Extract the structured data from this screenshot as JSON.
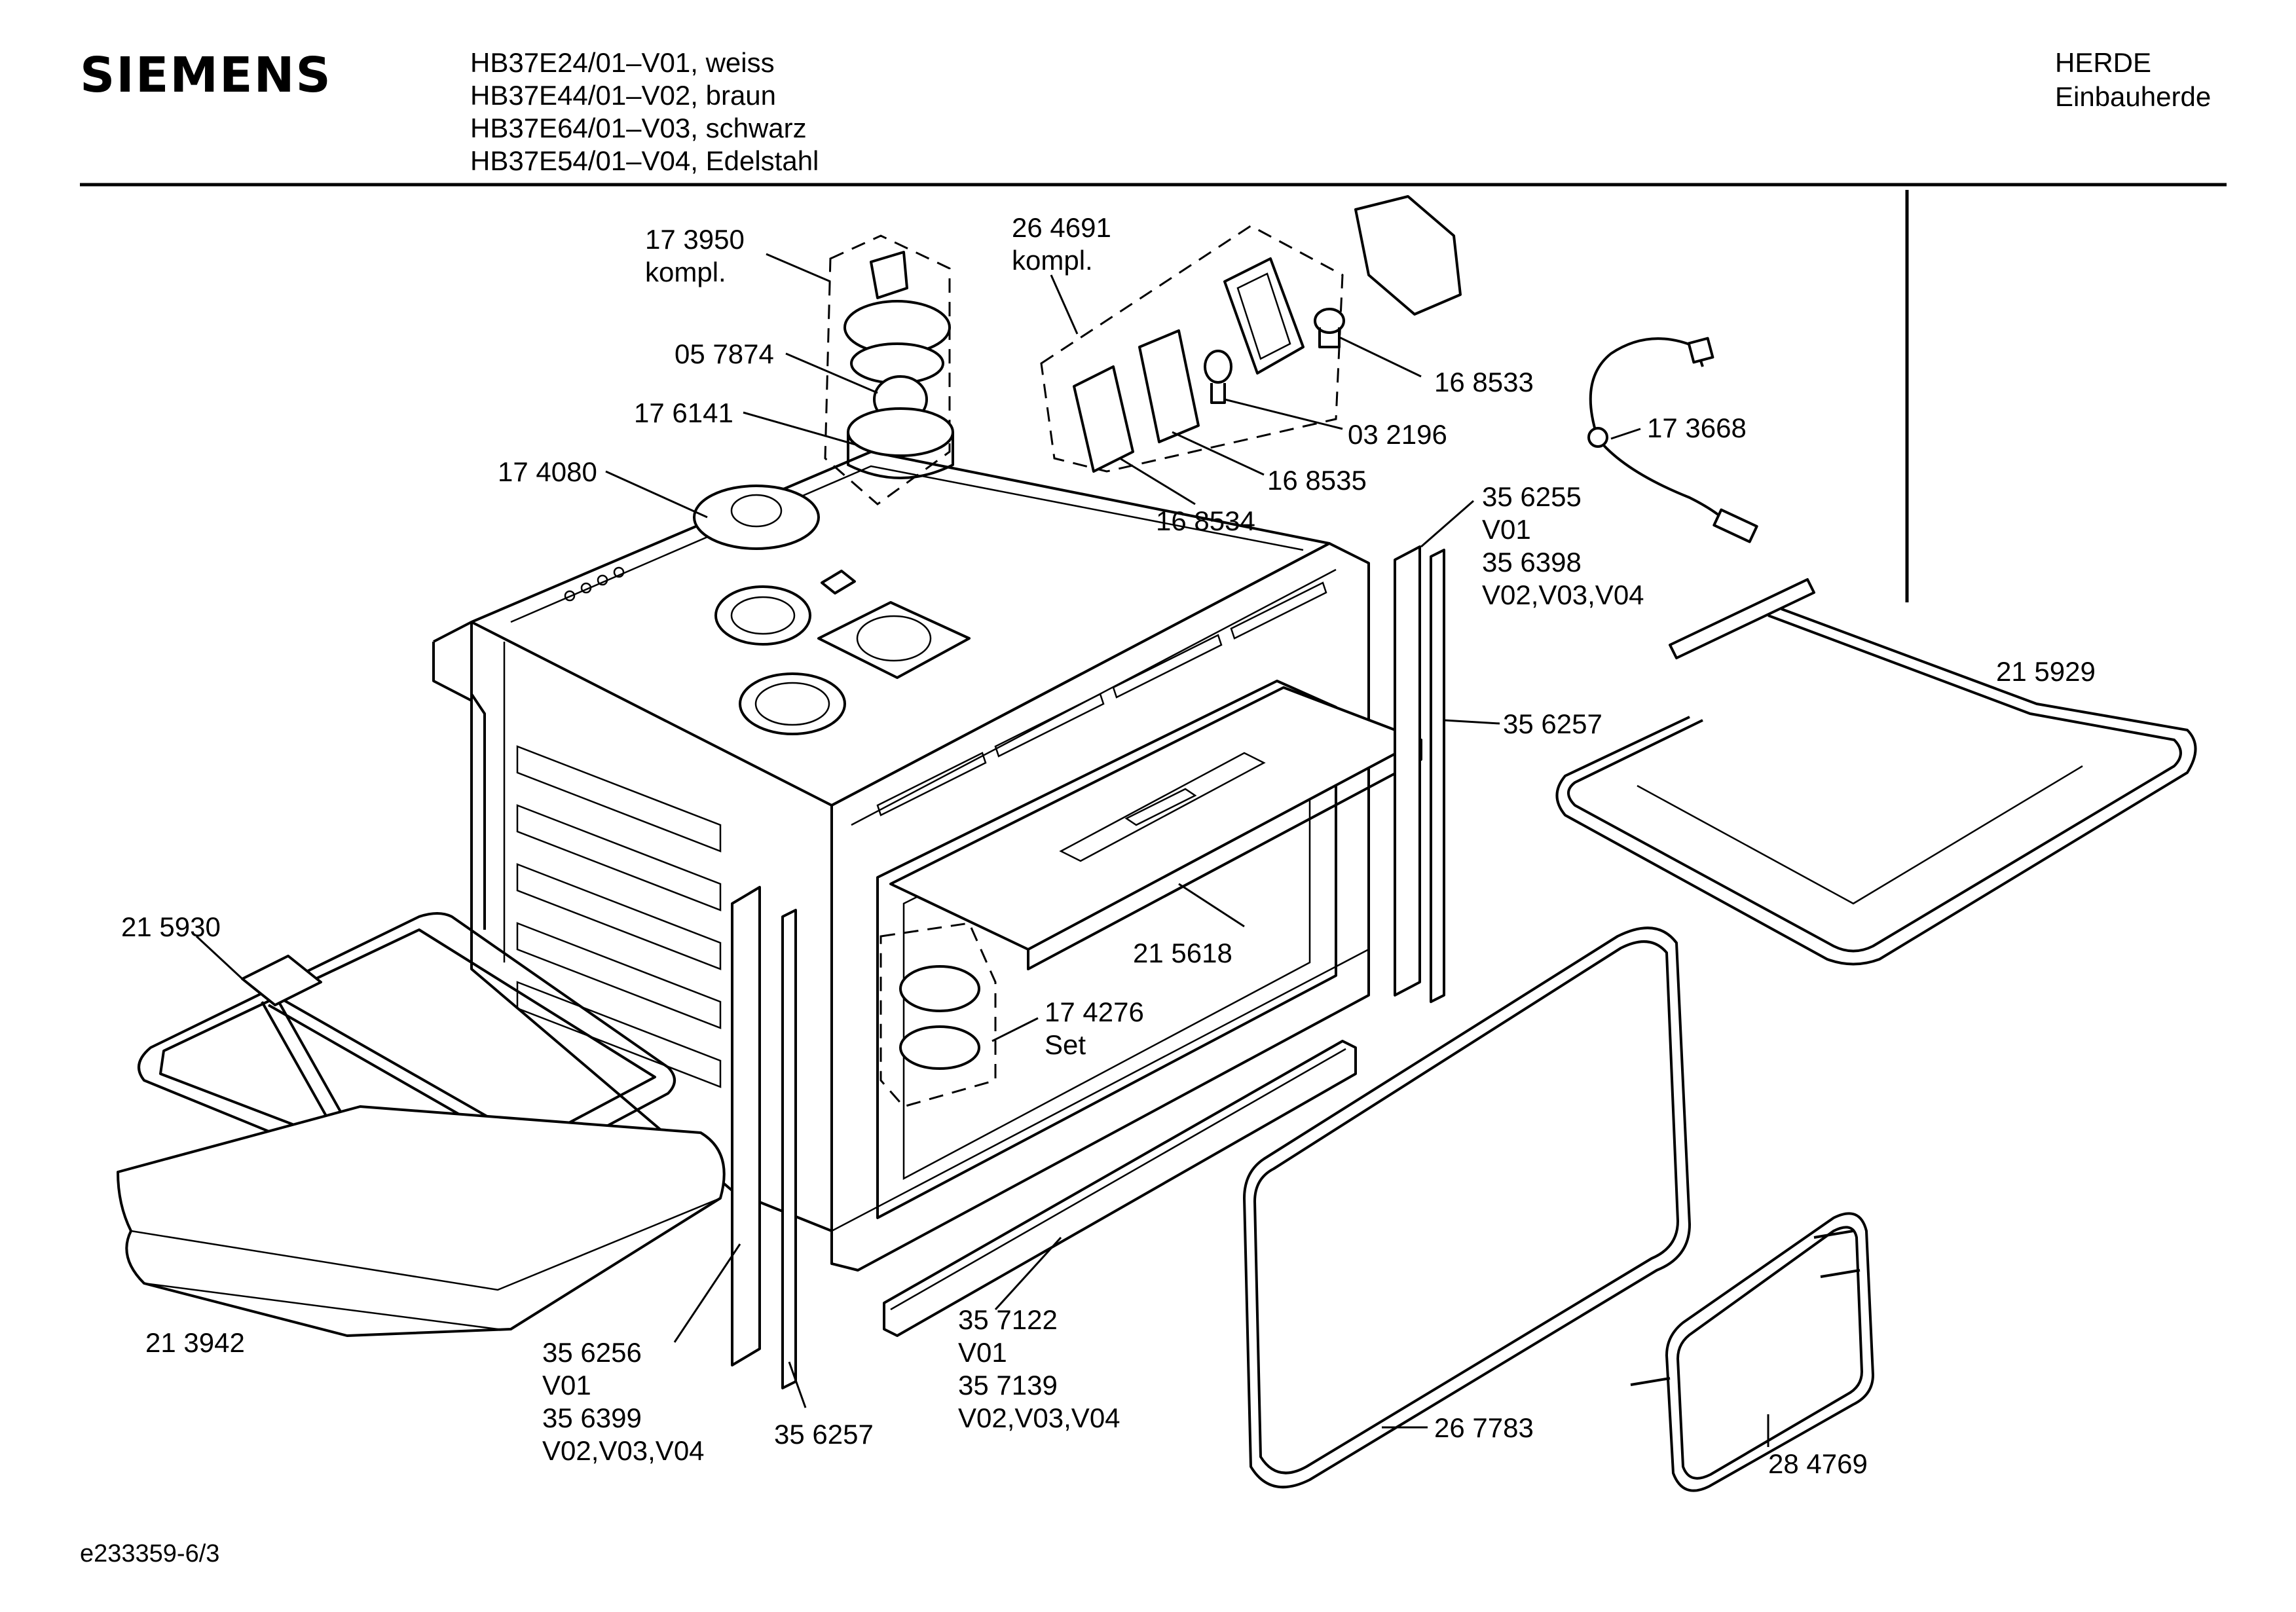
{
  "header": {
    "brand": "SIEMENS",
    "models": [
      "HB37E24/01–V01, weiss",
      "HB37E44/01–V02, braun",
      "HB37E64/01–V03, schwarz",
      "HB37E54/01–V04, Edelstahl"
    ],
    "category": "HERDE",
    "subcategory": "Einbauherde"
  },
  "callouts": {
    "c173950": [
      "17 3950",
      "kompl."
    ],
    "c264691": [
      "26 4691",
      "kompl."
    ],
    "c057874": [
      "05 7874"
    ],
    "c176141": [
      "17 6141"
    ],
    "c174080": [
      "17 4080"
    ],
    "c168533": [
      "16 8533"
    ],
    "c032196": [
      "03 2196"
    ],
    "c168535": [
      "16 8535"
    ],
    "c168534": [
      "16 8534"
    ],
    "c173668": [
      "17 3668"
    ],
    "c356255": [
      "35 6255",
      "V01",
      "35 6398",
      "V02,V03,V04"
    ],
    "c215929": [
      "21 5929"
    ],
    "c356257r": [
      "35 6257"
    ],
    "c215930": [
      "21 5930"
    ],
    "c215618": [
      "21 5618"
    ],
    "c174276": [
      "17 4276",
      "Set"
    ],
    "c213942": [
      "21 3942"
    ],
    "c356256": [
      "35 6256",
      "V01",
      "35 6399",
      "V02,V03,V04"
    ],
    "c356257b": [
      "35 6257"
    ],
    "c357122": [
      "35 7122",
      "V01",
      "35 7139",
      "V02,V03,V04"
    ],
    "c267783": [
      "26 7783"
    ],
    "c284769": [
      "28 4769"
    ]
  },
  "footer": {
    "document_id": "e233359-6/3"
  }
}
